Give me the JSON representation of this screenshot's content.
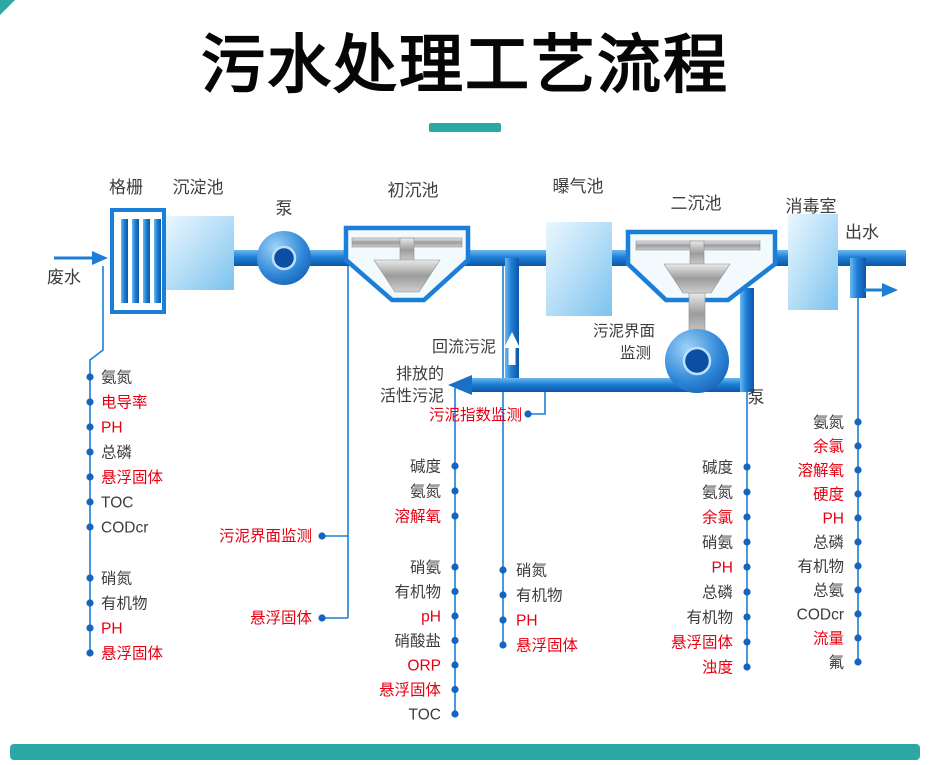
{
  "title": "污水处理工艺流程",
  "colors": {
    "teal": "#2BA8A3",
    "blue": "#1B7FD8",
    "dot_blue": "#1565C0",
    "red": "#E60012",
    "dark": "#3D3D3D"
  },
  "equipment": {
    "inflow": "废水",
    "grid": "格栅",
    "sedimentation": "沉淀池",
    "pump1": "泵",
    "primary": "初沉池",
    "aeration": "曝气池",
    "secondary": "二沉池",
    "disinfection": "消毒室",
    "outflow": "出水",
    "pump2": "泵"
  },
  "annotations": {
    "return_sludge": "回流污泥",
    "discharge_line1": "排放的",
    "discharge_line2": "活性污泥",
    "sludge_index_monitor": "污泥指数监测",
    "sludge_interface_monitor": "污泥界面监测",
    "suspended_solids": "悬浮固体",
    "aeration_interface_line1": "污泥界面",
    "aeration_interface_line2": "监测"
  },
  "param_groups": {
    "g1": [
      {
        "label": "氨氮",
        "color": "dark"
      },
      {
        "label": "电导率",
        "color": "red"
      },
      {
        "label": "PH",
        "color": "red"
      },
      {
        "label": "总磷",
        "color": "dark"
      },
      {
        "label": "悬浮固体",
        "color": "red"
      },
      {
        "label": "TOC",
        "color": "dark"
      },
      {
        "label": "CODcr",
        "color": "dark"
      }
    ],
    "g2": [
      {
        "label": "硝氮",
        "color": "dark"
      },
      {
        "label": "有机物",
        "color": "dark"
      },
      {
        "label": "PH",
        "color": "red"
      },
      {
        "label": "悬浮固体",
        "color": "red"
      }
    ],
    "g3": [
      {
        "label": "碱度",
        "color": "dark"
      },
      {
        "label": "氨氮",
        "color": "dark"
      },
      {
        "label": "溶解氧",
        "color": "red"
      }
    ],
    "g4": [
      {
        "label": "硝氨",
        "color": "dark"
      },
      {
        "label": "有机物",
        "color": "dark"
      },
      {
        "label": "pH",
        "color": "red"
      },
      {
        "label": "硝酸盐",
        "color": "dark"
      },
      {
        "label": "ORP",
        "color": "red"
      },
      {
        "label": "悬浮固体",
        "color": "red"
      },
      {
        "label": "TOC",
        "color": "dark"
      }
    ],
    "g5": [
      {
        "label": "硝氮",
        "color": "dark"
      },
      {
        "label": "有机物",
        "color": "dark"
      },
      {
        "label": "PH",
        "color": "red"
      },
      {
        "label": "悬浮固体",
        "color": "red"
      }
    ],
    "g6": [
      {
        "label": "碱度",
        "color": "dark"
      },
      {
        "label": "氨氮",
        "color": "dark"
      },
      {
        "label": "余氯",
        "color": "red"
      },
      {
        "label": "硝氨",
        "color": "dark"
      },
      {
        "label": "PH",
        "color": "red"
      },
      {
        "label": "总磷",
        "color": "dark"
      },
      {
        "label": "有机物",
        "color": "dark"
      },
      {
        "label": "悬浮固体",
        "color": "red"
      },
      {
        "label": "浊度",
        "color": "red"
      }
    ],
    "g7": [
      {
        "label": "氨氮",
        "color": "dark"
      },
      {
        "label": "余氯",
        "color": "red"
      },
      {
        "label": "溶解氧",
        "color": "red"
      },
      {
        "label": "硬度",
        "color": "red"
      },
      {
        "label": "PH",
        "color": "red"
      },
      {
        "label": "总磷",
        "color": "dark"
      },
      {
        "label": "有机物",
        "color": "dark"
      },
      {
        "label": "总氨",
        "color": "dark"
      },
      {
        "label": "CODcr",
        "color": "dark"
      },
      {
        "label": "流量",
        "color": "red"
      },
      {
        "label": "氟",
        "color": "dark"
      }
    ]
  }
}
